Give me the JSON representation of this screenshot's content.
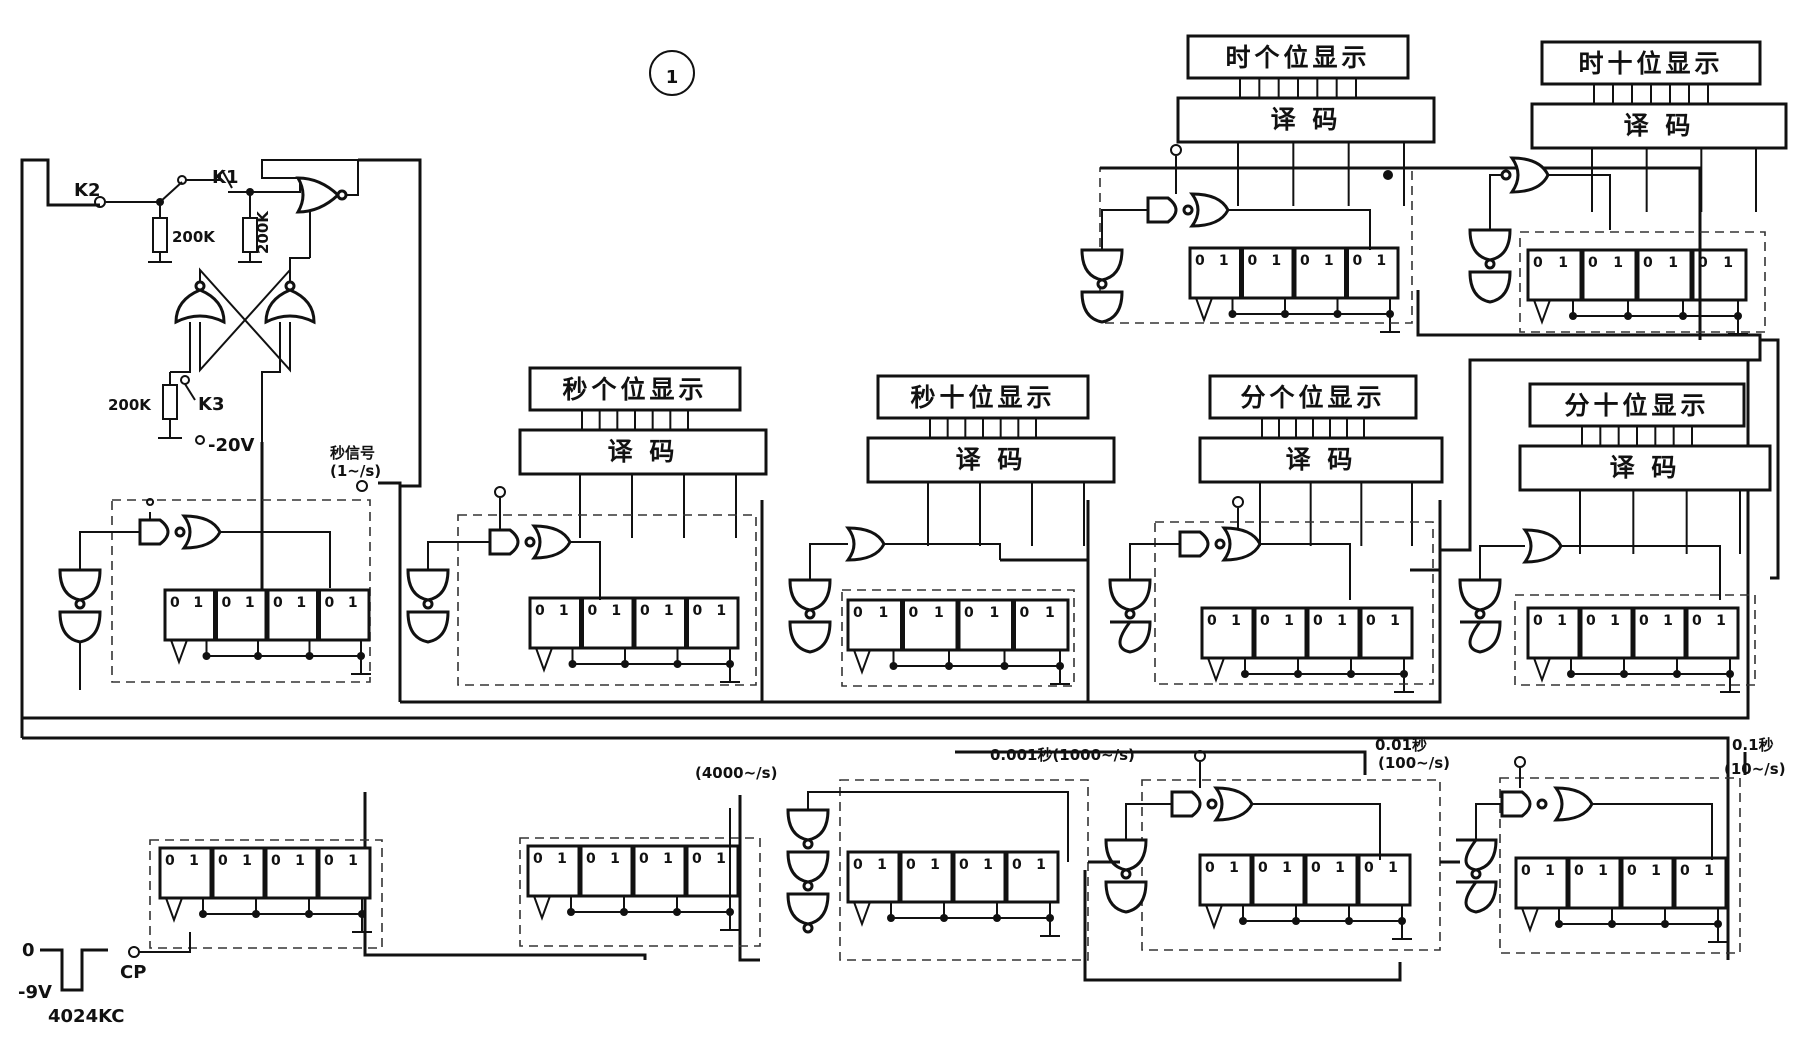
{
  "figure_number": "1",
  "switches": {
    "k1": "K1",
    "k2": "K2",
    "k3": "K3",
    "r1": "200K",
    "r2": "200K",
    "r3": "200K",
    "supply": "-20V"
  },
  "second_signal": {
    "label": "秒信号",
    "freq": "(1~/s)"
  },
  "displays": [
    {
      "label": "时个位显示"
    },
    {
      "label": "时十位显示"
    },
    {
      "label": "秒个位显示"
    },
    {
      "label": "秒十位显示"
    },
    {
      "label": "分个位显示"
    },
    {
      "label": "分十位显示"
    }
  ],
  "decoder_label": "译 码",
  "bit_labels": [
    "0",
    "1"
  ],
  "freq_labels": {
    "f4000": "(4000~/s)",
    "f0001": "0.001秒(1000~/s)",
    "f001": "0.01秒",
    "f001b": "(100~/s)",
    "f01": "0.1秒",
    "f01b": "(10~/s)"
  },
  "clock_source": {
    "high": "0",
    "low": "-9V",
    "freq": "4024KC",
    "cp": "CP"
  }
}
